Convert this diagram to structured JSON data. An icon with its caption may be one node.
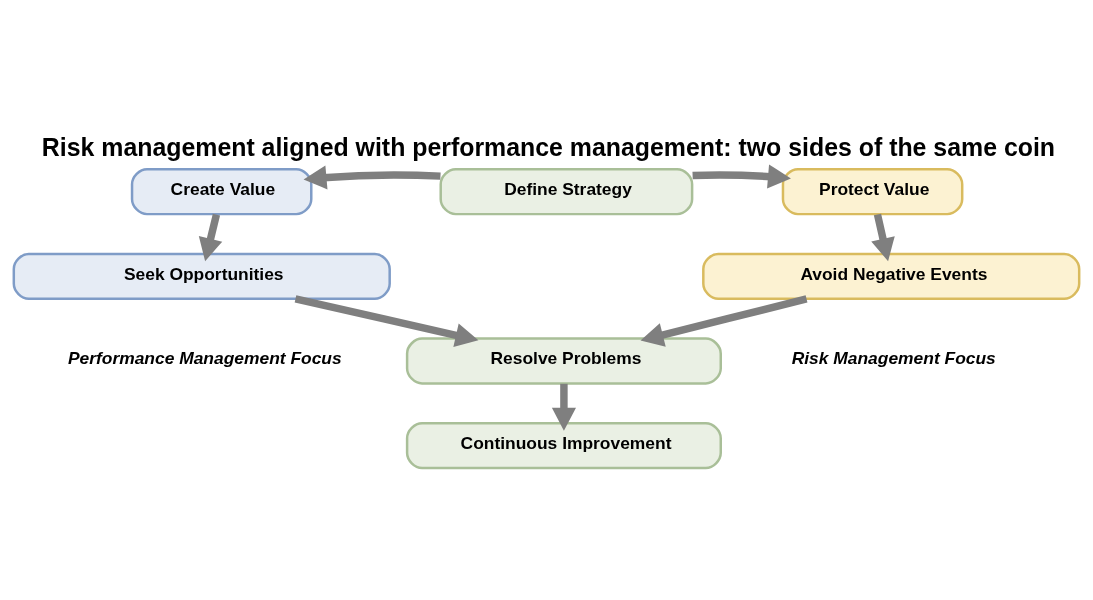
{
  "diagram": {
    "title": "Risk management aligned with performance management: two sides of the same coin",
    "nodes": [
      {
        "text": [
          "Create Value"
        ]
      },
      {
        "text": [
          "Define Strategy"
        ]
      },
      {
        "text": [
          "Protect Value"
        ]
      },
      {
        "text": [
          "Seek Opportunities"
        ],
        "beside": [
          "Performance Management Focus"
        ]
      },
      {
        "text": [
          "Avoid Negative Events"
        ],
        "beside": [
          "Risk Management Focus"
        ]
      },
      {
        "text": [
          "Resolve Problems"
        ]
      },
      {
        "text": [
          "Continuous Improvement"
        ]
      }
    ],
    "edges": [
      {
        "from": 1,
        "to": 0,
        "arrow": "to"
      },
      {
        "from": 1,
        "to": 2,
        "arrow": "to"
      },
      {
        "from": 0,
        "to": 3,
        "arrow": "to"
      },
      {
        "from": 2,
        "to": 4,
        "arrow": "to"
      },
      {
        "from": 3,
        "to": 5,
        "arrow": "to"
      },
      {
        "from": 4,
        "to": 5,
        "arrow": "to"
      },
      {
        "from": 5,
        "to": 6,
        "arrow": "to"
      }
    ]
  }
}
